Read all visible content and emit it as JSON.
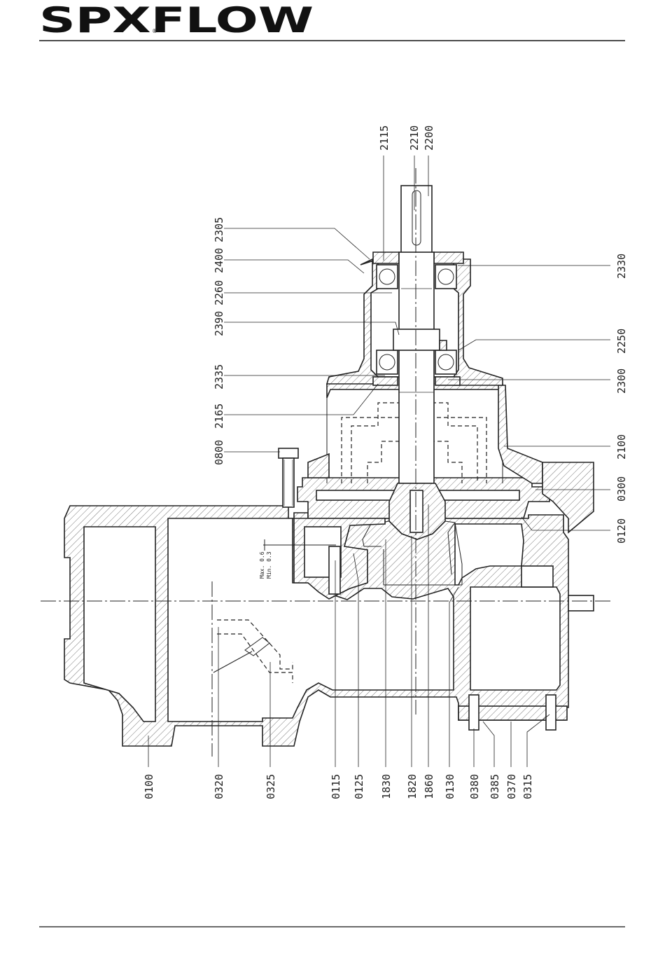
{
  "header": {
    "logo_text": "SPXFLOW",
    "registered_mark": "®"
  },
  "drawing": {
    "dimension_note": {
      "max": "Max. 0.6",
      "min": "Min. 0.3"
    },
    "part_labels": {
      "top": [
        "2115",
        "2210",
        "2200"
      ],
      "left": [
        "2305",
        "2400",
        "2260",
        "2390",
        "2335",
        "2165",
        "0800"
      ],
      "right": [
        "2330",
        "2250",
        "2300",
        "2100",
        "0300",
        "0120"
      ],
      "bottom": [
        "0100",
        "0320",
        "0325",
        "0115",
        "0125",
        "1830",
        "1820",
        "1860",
        "0130",
        "0380",
        "0385",
        "0370",
        "0315"
      ]
    }
  },
  "colors": {
    "ink": "#222222",
    "background": "#ffffff"
  }
}
